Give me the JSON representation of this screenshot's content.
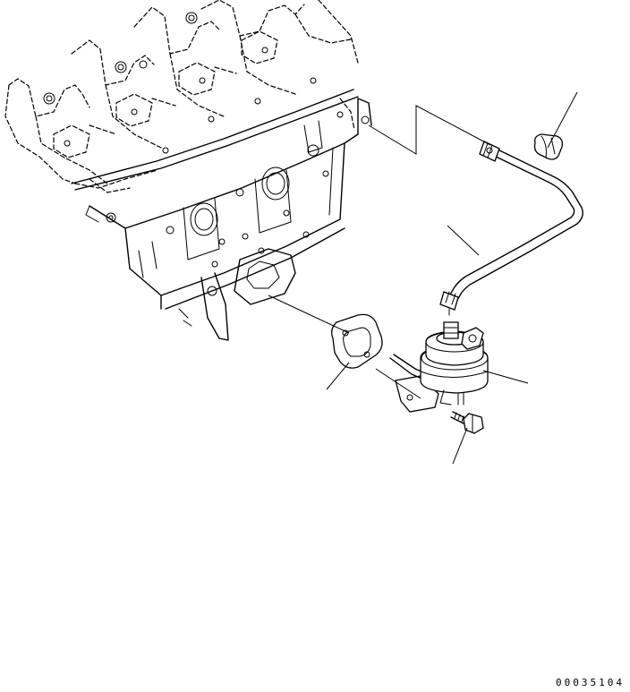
{
  "drawing_number": "00035104",
  "colors": {
    "line": "#000000",
    "background": "#ffffff"
  },
  "parts": [
    {
      "id": "engine-block",
      "icon": "engine-cylinder-block"
    },
    {
      "id": "fuel-pipe",
      "icon": "bent-fuel-tube"
    },
    {
      "id": "pipe-clamp",
      "icon": "clip-clamp"
    },
    {
      "id": "gasket",
      "icon": "flange-gasket"
    },
    {
      "id": "feed-pump",
      "icon": "fuel-feed-pump"
    },
    {
      "id": "mounting-bolt",
      "icon": "hex-bolt"
    }
  ]
}
